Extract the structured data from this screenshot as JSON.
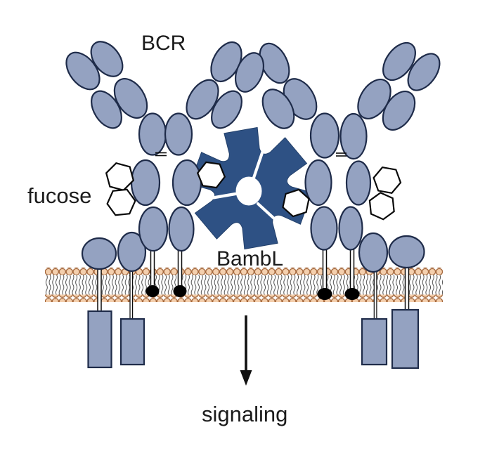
{
  "diagram": {
    "labels": {
      "bcr": "BCR",
      "fucose": "fucose",
      "bambl": "BambL",
      "signaling": "signaling"
    },
    "colors": {
      "background": "#ffffff",
      "domain_fill": "#94a2c1",
      "domain_stroke": "#1e2b49",
      "lectin_fill": "#2e5184",
      "fucose_fill": "#ffffff",
      "fucose_stroke": "#0a0a0a",
      "lipid_head_fill": "#f4cfad",
      "lipid_head_stroke": "#a5683c",
      "lipid_tail_stroke": "#3f3f3f",
      "lipid_anchor_fill": "#000000",
      "text": "#1b1b1b",
      "arrow": "#111111"
    }
  }
}
